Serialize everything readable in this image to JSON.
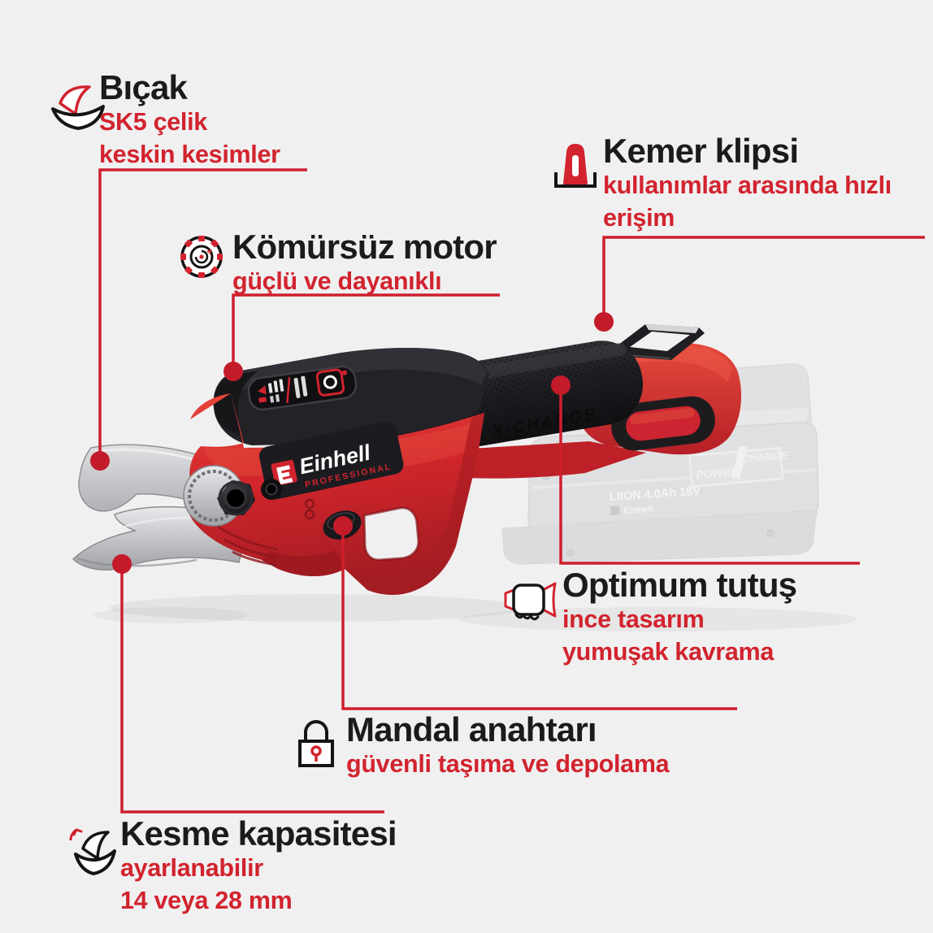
{
  "background_color": "#f0f0f1",
  "accent_color": "#d2232e",
  "callouts": {
    "bicak": {
      "title": "Bıçak",
      "line1": "SK5 çelik",
      "line2": "keskin kesimler"
    },
    "motor": {
      "title": "Kömürsüz motor",
      "line1": "güçlü ve dayanıklı",
      "line2": ""
    },
    "kemer": {
      "title": "Kemer klipsi",
      "line1": "kullanımlar arasında hızlı",
      "line2": "erişim"
    },
    "optimum": {
      "title": "Optimum tutuş",
      "line1": "ince tasarım",
      "line2": "yumuşak kavrama"
    },
    "mandal": {
      "title": "Mandal anahtarı",
      "line1": "güvenli taşıma ve depolama",
      "line2": ""
    },
    "kesme": {
      "title": "Kesme kapasitesi",
      "line1": "ayarlanabilir",
      "line2": "14 veya 28 mm"
    }
  },
  "product": {
    "brand": "Einhell",
    "brand_sub": "PROFESSIONAL",
    "grip_text": "POWER X-CHANGE",
    "battery": {
      "cell_text": "LIION 4.0Ah 18V",
      "brand": "Einhell",
      "badge_power": "POWER",
      "badge_change": "CHANGE"
    }
  }
}
